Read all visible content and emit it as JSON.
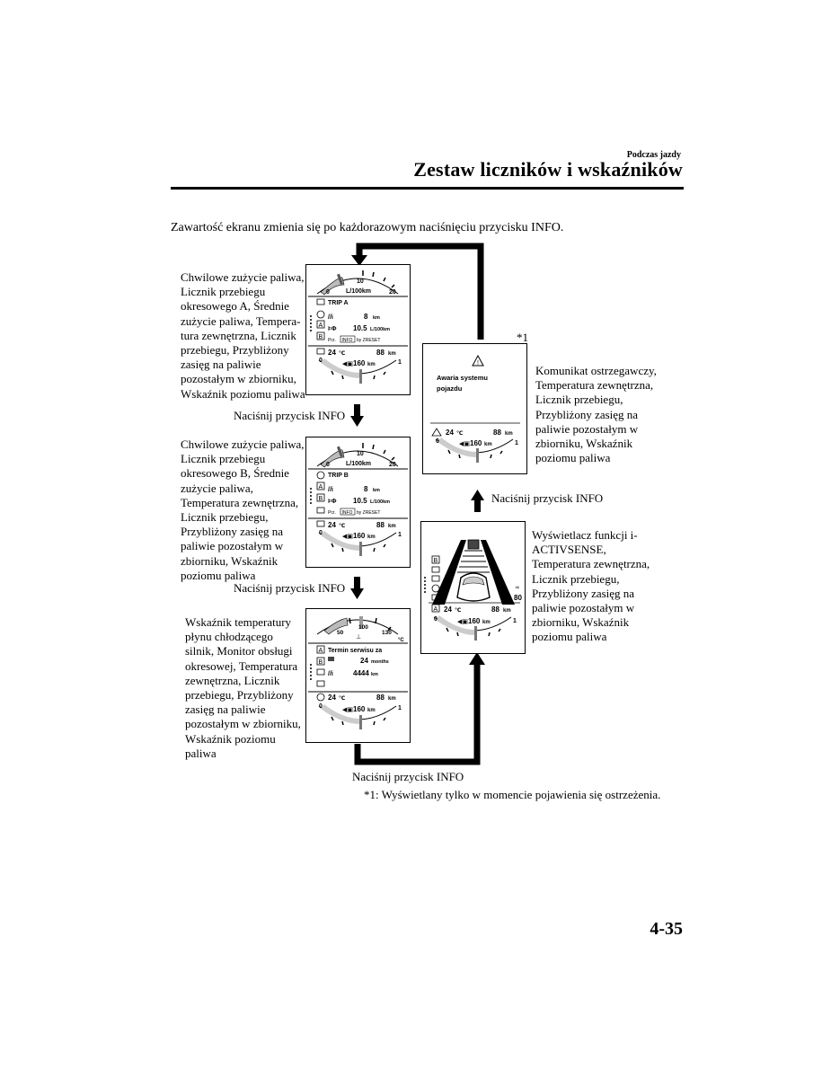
{
  "header": {
    "section": "Podczas jazdy",
    "title": "Zestaw liczników i wskaźników"
  },
  "intro": "Zawartość ekranu zmienia się po każdorazowym naciśnięciu przycisku INFO.",
  "descriptions": {
    "screen1": "Chwilowe zużycie paliwa, Licznik przebiegu okresowego A, Średnie zużycie paliwa, Tempera­tura zewnętrzna, Licznik przebiegu, Przybliżony zasięg na paliwie pozostałym w zbiorniku, Wskaźnik poziomu paliwa",
    "screen2": "Chwilowe zużycie paliwa, Licznik przebiegu okresowego B, Średnie zużycie paliwa, Temperatura zewnętrzna, Licznik przebiegu, Przybliżony zasięg na paliwie pozostałym w zbiorniku, Wskaźnik poziomu paliwa",
    "screen3": "Wskaźnik temperatury płynu chłodzącego silnik, Monitor obsługi okresowej, Temperatu­ra zewnętrzna, Licznik przebiegu, Przybliżony zasięg na paliwie pozostałym w zbiorniku, Wskaźnik poziomu paliwa",
    "warning": "Komunikat ostrzegaw­czy, Temperatura zewnętrzna, Licznik przebiegu, Przybliżony zasięg na paliwie pozostałym w zbiorniku, Wskaźnik poziomu paliwa",
    "activsense": "Wyświetlacz funkcji i-ACTIVSENSE, Temperatura zewnętrzna, Licznik przebiegu, Przybliżony zasięg na paliwie pozostałym w zbiorniku, Wskaźnik poziomu paliwa"
  },
  "press_labels": {
    "p1": "Naciśnij przycisk INFO",
    "p2": "Naciśnij przycisk INFO",
    "p3": "Naciśnij przycisk INFO",
    "p4": "Naciśnij przycisk INFO"
  },
  "footnote_mark": "*1",
  "footnote": "*1: Wyświetlany tylko w momencie pojawienia się ostrzeżenia.",
  "page_number": "4-35",
  "screens": {
    "common": {
      "temp": "24",
      "temp_unit": "℃",
      "odo": "88",
      "odo_unit": "km",
      "range": "160",
      "range_unit": "km",
      "fuel_left": "0",
      "fuel_right": "1"
    },
    "trip_a": {
      "gauge_min": "0",
      "gauge_mid": "10",
      "gauge_max": "20",
      "gauge_unit": "L/100km",
      "trip_label": "TRIP A",
      "trip_value": "8",
      "trip_unit": "km",
      "avg_value": "10.5",
      "avg_unit": "L/100km",
      "reset_prefix": "Prz.",
      "reset_button": "INFO",
      "reset_suffix": "by ZRESET",
      "icon_a": "A",
      "icon_b": "B"
    },
    "trip_b": {
      "gauge_min": "0",
      "gauge_mid": "10",
      "gauge_max": "20",
      "gauge_unit": "L/100km",
      "trip_label": "TRIP B",
      "trip_value": "8",
      "trip_unit": "km",
      "avg_value": "10.5",
      "avg_unit": "L/100km",
      "reset_prefix": "Prz.",
      "reset_button": "INFO",
      "reset_suffix": "by ZRESET",
      "icon_a": "A",
      "icon_b": "B"
    },
    "maintenance": {
      "gauge_50": "50",
      "gauge_100": "100",
      "gauge_130": "130",
      "gauge_unit": "°C",
      "service_title": "Termin serwisu za",
      "months_value": "24",
      "months_unit": "months",
      "km_value": "4444",
      "km_unit": "km",
      "icon_a": "A",
      "icon_b": "B"
    },
    "warning": {
      "message_line1": "Awaria systemu",
      "message_line2": "pojazdu"
    },
    "activsense": {
      "speed": "80",
      "icon_a": "A",
      "icon_b": "B"
    }
  }
}
